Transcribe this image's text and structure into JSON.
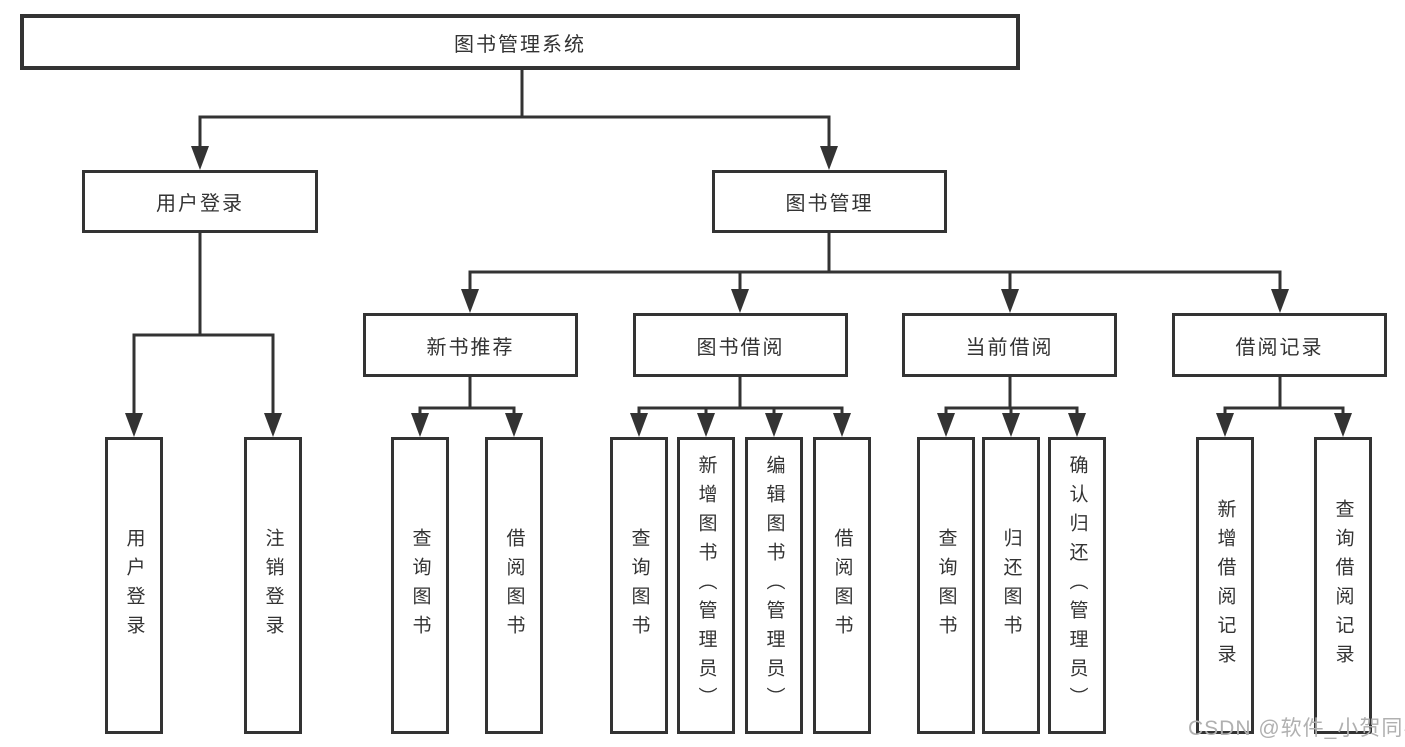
{
  "page": {
    "watermark": "CSDN @软件_小贺同学"
  },
  "colors": {
    "line": "#333333",
    "box_border": "#333333",
    "box_background": "#ffffff",
    "text": "#333333",
    "watermark": "#b0b0b0"
  },
  "diagram": {
    "type": "tree",
    "root": {
      "label": "图书管理系统",
      "children": [
        {
          "label": "用户登录",
          "children": [
            {
              "label": "用户登录"
            },
            {
              "label": "注销登录"
            }
          ]
        },
        {
          "label": "图书管理",
          "children": [
            {
              "label": "新书推荐",
              "children": [
                {
                  "label": "查询图书"
                },
                {
                  "label": "借阅图书"
                }
              ]
            },
            {
              "label": "图书借阅",
              "children": [
                {
                  "label": "查询图书"
                },
                {
                  "label": "新增图书（管理员）"
                },
                {
                  "label": "编辑图书（管理员）"
                },
                {
                  "label": "借阅图书"
                }
              ]
            },
            {
              "label": "当前借阅",
              "children": [
                {
                  "label": "查询图书"
                },
                {
                  "label": "归还图书"
                },
                {
                  "label": "确认归还（管理员）"
                }
              ]
            },
            {
              "label": "借阅记录",
              "children": [
                {
                  "label": "新增借阅记录"
                },
                {
                  "label": "查询借阅记录"
                }
              ]
            }
          ]
        }
      ]
    }
  }
}
